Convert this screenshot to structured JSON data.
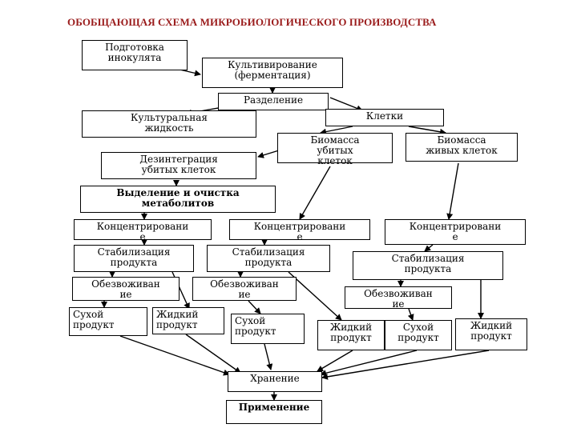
{
  "title": "ОБОБЩАЮЩАЯ СХЕМА МИКРОБИОЛОГИЧЕСКОГО ПРОИЗВОДСТВА",
  "nodes": {
    "inoculum": "Подготовка\nинокулята",
    "cultivation": "Культивирование\n(ферментация)",
    "separation": "Разделение",
    "culture_liquid": "Культуральная\nжидкость",
    "cells": "Клетки",
    "dead_biomass": "Биомасса\nубитых\nклеток",
    "live_biomass": "Биомасса\nживых клеток",
    "disintegration": "Дезинтеграция\nубитых клеток",
    "metabolites": "Выделение и очистка\nметаболитов",
    "conc_1": "Концентрировани\nе",
    "conc_2": "Концентрировани\nе",
    "conc_3": "Концентрировани\nе",
    "stab_1": "Стабилизация\nпродукта",
    "stab_2": "Стабилизация\nпродукта",
    "stab_3": "Стабилизация\nпродукта",
    "dehyd_1": "Обезвоживан\nие",
    "dehyd_2": "Обезвоживан\nие",
    "dehyd_3": "Обезвоживан\nие",
    "dry_1": "Сухой\nпродукт",
    "liquid_1": "Жидкий\nпродукт",
    "dry_2": "Сухой\nпродукт",
    "liquid_2": "Жидкий\nпродукт",
    "dry_3": "Сухой\nпродукт",
    "liquid_3": "Жидкий\nпродукт",
    "storage": "Хранение",
    "application": "Применение"
  },
  "colors": {
    "title": "#9a1b1b",
    "line": "#000000"
  }
}
